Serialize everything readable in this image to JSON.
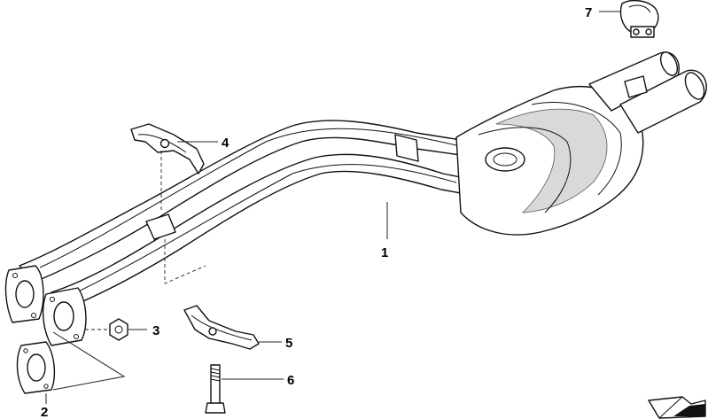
{
  "diagram": {
    "callouts": [
      {
        "id": "1",
        "label": "1"
      },
      {
        "id": "2",
        "label": "2"
      },
      {
        "id": "3",
        "label": "3"
      },
      {
        "id": "4",
        "label": "4"
      },
      {
        "id": "5",
        "label": "5"
      },
      {
        "id": "6",
        "label": "6"
      },
      {
        "id": "7",
        "label": "7"
      }
    ]
  },
  "colors": {
    "line": "#111111",
    "shade": "#d9d9d9",
    "background": "#ffffff"
  }
}
